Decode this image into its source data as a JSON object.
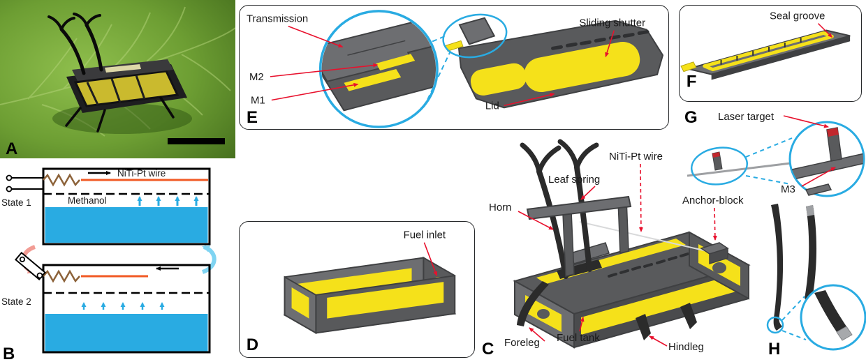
{
  "panels": {
    "a": {
      "letter": "A"
    },
    "b": {
      "letter": "B",
      "labels": {
        "niti_wire": "NiTi-Pt wire",
        "methanol": "Methanol",
        "state1": "State 1",
        "state2": "State 2"
      }
    },
    "e": {
      "letter": "E",
      "labels": {
        "transmission": "Transmission",
        "m2": "M2",
        "m1": "M1",
        "sliding_shutter": "Sliding shutter",
        "lid": "Lid"
      }
    },
    "f": {
      "letter": "F",
      "labels": {
        "seal_groove": "Seal groove"
      }
    },
    "g": {
      "letter": "G",
      "labels": {
        "laser_target": "Laser target",
        "m3": "M3"
      }
    },
    "d": {
      "letter": "D",
      "labels": {
        "fuel_inlet": "Fuel inlet"
      }
    },
    "c": {
      "letter": "C",
      "labels": {
        "leaf_spring": "Leaf spring",
        "horn": "Horn",
        "niti_wire": "NiTi-Pt wire",
        "anchor_block": "Anchor-block",
        "foreleg": "Foreleg",
        "fuel_tank": "Fuel tank",
        "hindleg": "Hindleg"
      }
    },
    "h": {
      "letter": "H"
    }
  },
  "colors": {
    "label_red": "#e8112d",
    "highlight_yellow": "#f5e11a",
    "body_gray": "#595a5c",
    "zoom_blue": "#29abe2",
    "methanol_blue": "#29abe2",
    "wire_orange": "#f15a24",
    "spring_brown": "#8c6239"
  }
}
